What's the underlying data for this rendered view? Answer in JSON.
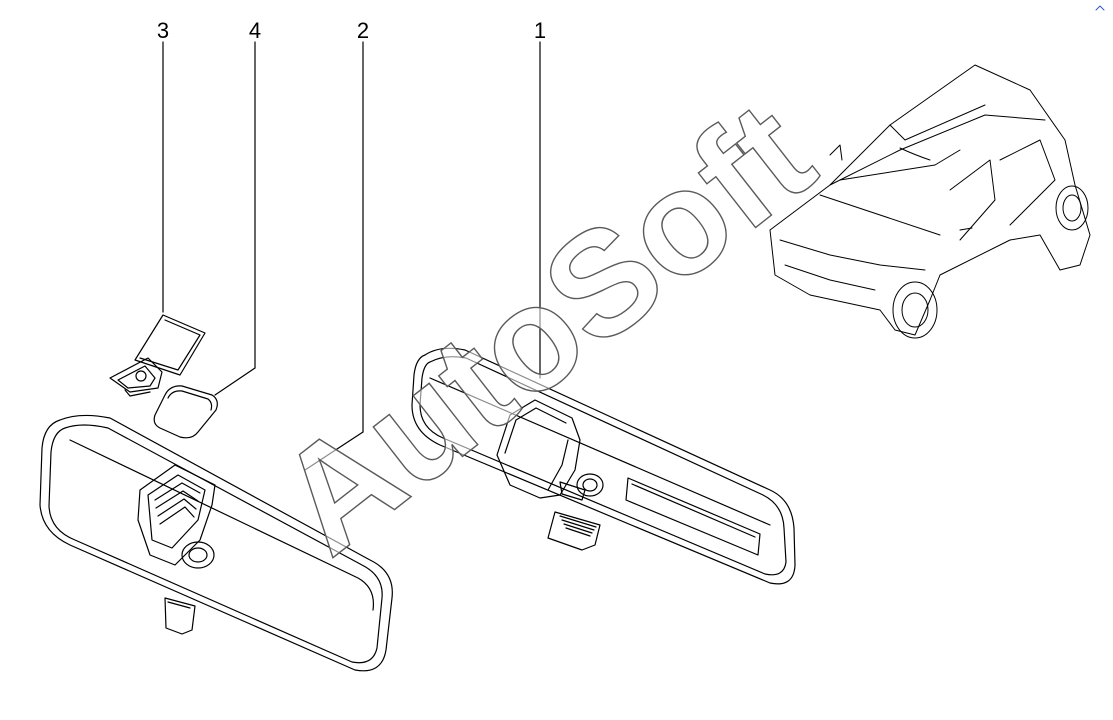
{
  "callouts": [
    {
      "id": "3",
      "label": "3"
    },
    {
      "id": "4",
      "label": "4"
    },
    {
      "id": "2",
      "label": "2"
    },
    {
      "id": "1",
      "label": "1"
    }
  ],
  "watermark": {
    "text": "AutoSoft"
  },
  "colors": {
    "line": "#000000",
    "background": "#ffffff",
    "watermark_outline": "#5a5a5a",
    "watermark_fill": "#ffffff"
  },
  "icons": {
    "corner_mark": "corner-mark-icon"
  }
}
